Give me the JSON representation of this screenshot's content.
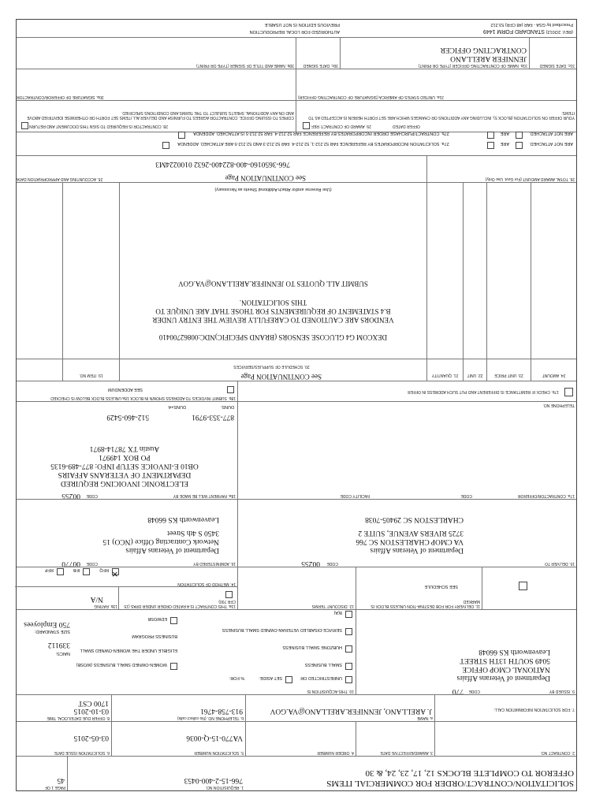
{
  "header": {
    "title": "SOLICITATION/CONTRACT/ORDER FOR COMMERCIAL ITEMS",
    "subtitle": "OFFEROR TO COMPLETE BLOCKS 12, 17, 23, 24, & 30",
    "req_label": "1. REQUISITION NO.",
    "req_value": "766-15-2-400-0453",
    "page_label": "PAGE 1 OF",
    "page_value": "45"
  },
  "row2": {
    "contract_no_label": "2. CONTRACT NO.",
    "award_date_label": "3. AWARD/EFFECTIVE DATE",
    "order_no_label": "4. ORDER NUMBER",
    "solicitation_no_label": "5. SOLICITATION NUMBER",
    "solicitation_no": "VA770-15-Q-0036",
    "issue_date_label": "6. SOLICITATION ISSUE DATE",
    "issue_date": "03-05-2015"
  },
  "row3": {
    "info_call_label": "7. FOR SOLICITATION INFORMATION CALL:",
    "name_label": "a. NAME",
    "name": "J. ARELLANO, JENNIFER.ARELLANO@VA.GOV",
    "phone_label": "b. TELEPHONE NO. (No collect calls)",
    "phone": "913-758-4761",
    "due_label": "8. OFFER DUE DATE/LOCAL TIME",
    "due_date": "03-10-2015",
    "due_time": "1700 CST"
  },
  "row4": {
    "issued_by_label": "9. ISSUED BY",
    "issued_code_label": "CODE",
    "issued_code": "770",
    "issued_lines": [
      "Department of Veterans Affairs",
      "NATIONAL CMOP OFFICE",
      "5049 SOUTH 13TH STREET",
      "Leavenworth KS 66048"
    ],
    "acq_label": "10. THIS ACQUISITION IS",
    "unrestricted": "UNRESTRICTED OR",
    "set_aside": "SET ASIDE:",
    "set_aside_pct": "% FOR:",
    "sb1": "SMALL BUSINESS",
    "sb2": "HUBZONE SMALL BUSINESS",
    "sb3": "SERVICE-DISABLED VETERAN-OWNED SMALL BUSINESS",
    "wosb": "WOMEN-OWNED SMALL BUSINESS (WOSB) ELIGIBLE UNDER THE WOMEN-OWNED SMALL BUSINESS PROGRAM",
    "edwosb": "EDWOSB",
    "eight_a": "8(A)",
    "naics_label": "NAICS:",
    "naics": "339112",
    "size_label": "SIZE STANDARD:",
    "size": "750 Employees"
  },
  "row5": {
    "delivery_label": "11. DELIVERY FOR FOB DESTINA-TION UNLESS BLOCK IS MARKED",
    "see_schedule": "SEE SCHEDULE",
    "discount_label": "12. DISCOUNT TERMS",
    "rated_label": "13a. THIS CONTRACT IS A RATED ORDER UNDER DPAS (15 CFR 700)",
    "rating_label": "13b. RATING",
    "rating": "N/A",
    "method_label": "14. METHOD OF SOLICITATION",
    "rfq": "RFQ",
    "ifb": "IFB",
    "rfp": "RFP"
  },
  "row6": {
    "deliver_to_label": "15. DELIVER TO",
    "deliver_code_label": "CODE",
    "deliver_code": "00255",
    "deliver_lines": [
      "Department of Veterans Affairs",
      "VA CMOP CHARLESTON SC 766",
      "3725 RIVERS AVENUE, SUITE 2",
      "CHARLESTON SC 29405-7038"
    ],
    "admin_label": "16. ADMINISTERED BY",
    "admin_code_label": "CODE",
    "admin_code": "00770",
    "admin_lines": [
      "Department of Veterans Affairs",
      "Network Contracting Office (NCO) 15",
      "3450 S 4th Street",
      "Leavenworth KS 66048"
    ]
  },
  "row7": {
    "contractor_label": "17a. CONTRACTOR/OFFEROR",
    "contractor_code_label": "CODE",
    "facility_label": "FACILITY CODE",
    "payment_label": "18a. PAYMENT WILL BE MADE BY",
    "payment_code_label": "CODE",
    "payment_code": "00255",
    "payment_lines": [
      "ELECTRONIC INVOICING REQUIRED",
      "DEPARTMENT OF VETERANS AFFAIRS",
      "OB10 E-INVOICE SETUP INFO: 877-489-6135",
      "PO BOX 149971",
      "Austin TX 78714-8971"
    ],
    "phone_label": "TELEPHONE NO.",
    "duns_label": "DUNS:",
    "duns4_label": "DUNS+4:",
    "pay_phone1": "877-353-9791",
    "pay_phone2": "512-460-5429"
  },
  "row8": {
    "remit_check": "17b. CHECK IF REMITTANCE IS DIFFERENT AND PUT SUCH ADDRESS IN OFFER",
    "submit_label": "18b. SUBMIT INVOICES TO ADDRESS SHOWN IN BLOCK 18a UNLESS BLOCK BELOW IS CHECKED",
    "see_addendum": "SEE ADDENDUM"
  },
  "row9": {
    "item_label": "19. ITEM NO.",
    "schedule_label": "20. SCHEDULE OF SUPPLIES/SERVICES",
    "quantity_label": "21. QUANTITY",
    "unit_label": "22. UNIT",
    "price_label": "23. UNIT PRICE",
    "amount_label": "24. AMOUNT",
    "continuation": "See CONTINUATION Page"
  },
  "schedule_lines": [
    "DEXCOM G4 GLUCOSE SENSORS (BRAND SPECIFIC)NDC:00862700410",
    "VENDORS ARE CAUTIONED TO CAREFULLY REVIEW THE ENTRY UNDER",
    "B.4 STATEMENT OF REQUIREMENTS FOR THOSE THAT ARE UNIQUE TO",
    "THIS SOLICITATION.",
    "SUBMIT ALL QUOTES TO JENNIFER.ARELLANO@VA.GOV"
  ],
  "reverse_note": "(Use Reverse and/or Attach Additional Sheets as Necessary)",
  "row10": {
    "accounting_label": "25. ACCOUNTING AND APPROPRIATION DATA",
    "continuation": "See CONTINUATION Page",
    "accounting_value": "766-3650160-400-822400-2632 0100224M3",
    "total_label": "26. TOTAL AWARD AMOUNT (For Govt. Use Only)"
  },
  "row11": {
    "a_text": "27a. SOLICITATION INCORPORATES BY REFERENCE FAR 52.212-1, 52.212-4. FAR 52.212-3 AND 52.212-5 ARE ATTACHED. ADDENDA",
    "a_are": "ARE",
    "a_are_not": "ARE NOT ATTACHED.",
    "b_text": "27b. CONTRACT/PURCHASE ORDER INCORPORATES BY REFERENCE FAR 52.212-4. FAR 52.212-5 IS ATTACHED. ADDENDA",
    "b_are": "ARE",
    "b_are_not": "ARE NOT ATTACHED."
  },
  "row12": {
    "left_label": "28. CONTRACTOR IS REQUIRED TO SIGN THIS DOCUMENT AND RETURN",
    "copies": "COPIES TO ISSUING OFFICE. CONTRACTOR AGREES TO FURNISH AND DELIVER ALL ITEMS SET FORTH OR OTHERWISE IDENTIFIED ABOVE AND ON ANY ADDITIONAL SHEETS SUBJECT TO THE TERMS AND CONDITIONS SPECIFIED.",
    "right_label": "29. AWARD OF CONTRACT: REF.",
    "offer_dated": "OFFER DATED",
    "right_text": "YOUR OFFER ON SOLICITATION (BLOCK 5), INCLUDING ANY ADDITIONS OR CHANGES WHICH ARE SET FORTH HEREIN IS ACCEPTED AS TO ITEMS:"
  },
  "row13": {
    "sig_offeror": "30a. SIGNATURE OF OFFEROR/CONTRACTOR",
    "sig_usa": "31a. UNITED STATES OF AMERICA (SIGNATURE OF CONTRACTING OFFICER)"
  },
  "row14": {
    "name_offeror": "30b. NAME AND TITLE OF SIGNER (TYPE OR PRINT)",
    "date_signed_offeror": "30c. DATE SIGNED",
    "name_co_label": "31b. NAME OF CONTRACTING OFFICER (TYPE OR PRINT)",
    "co_name": "JENNIFER ARELLANO",
    "co_title": "CONTRACTING OFFICER",
    "date_signed_co": "31c. DATE SIGNED"
  },
  "footer": {
    "left1": "AUTHORIZED FOR LOCAL REPRODUCTION",
    "left2": "PREVIOUS EDITION IS NOT USABLE",
    "form": "STANDARD FORM 1449",
    "rev": "(REV. 2/2012)",
    "prescribed": "Prescribed by GSA - FAR (48 CFR) 53.212"
  }
}
